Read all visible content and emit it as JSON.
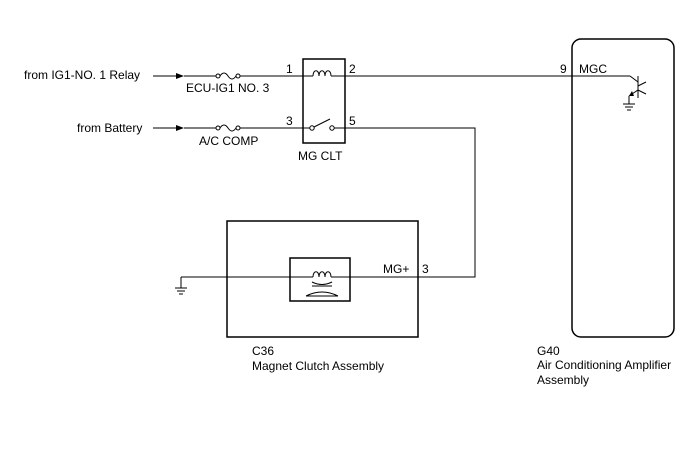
{
  "inputs": {
    "ig1_source": "from IG1-NO. 1 Relay",
    "battery_source": "from Battery"
  },
  "fuses": {
    "ecu_ig1": "ECU-IG1 NO. 3",
    "ac_comp": "A/C COMP"
  },
  "relay": {
    "name": "MG CLT",
    "pin1": "1",
    "pin2": "2",
    "pin3": "3",
    "pin5": "5"
  },
  "clutch": {
    "connector": "C36",
    "name": "Magnet Clutch Assembly",
    "terminal_name": "MG+",
    "terminal_pin": "3"
  },
  "amplifier": {
    "connector": "G40",
    "name_line1": "Air Conditioning Amplifier",
    "name_line2": "Assembly",
    "terminal_pin": "9",
    "terminal_name": "MGC"
  },
  "colors": {
    "line": "#000000",
    "background": "#ffffff"
  }
}
